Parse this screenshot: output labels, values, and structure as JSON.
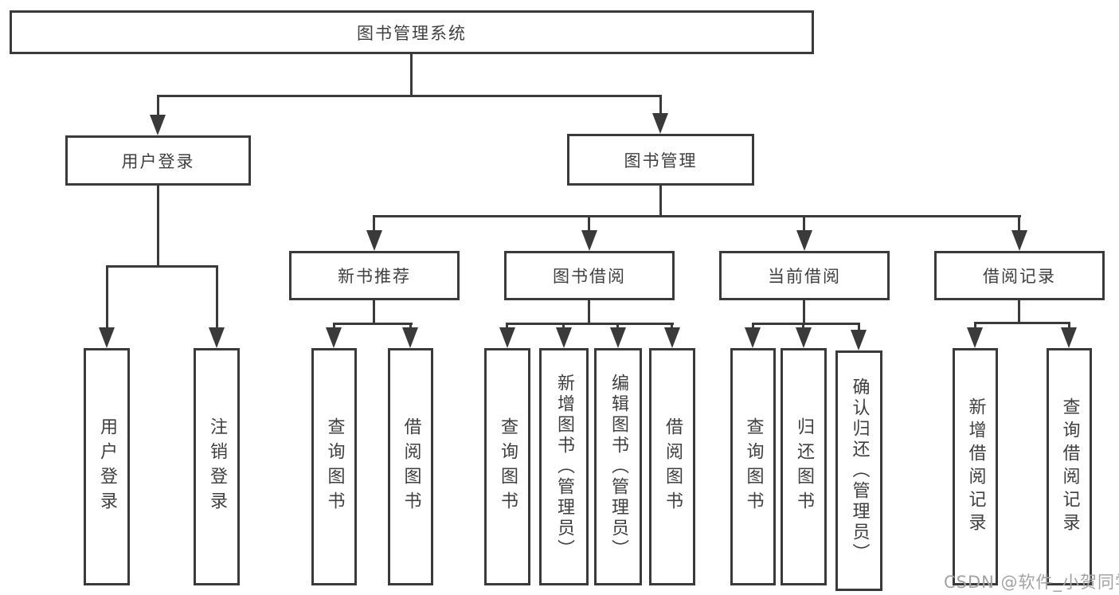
{
  "colors": {
    "line": "#3a3a3a",
    "box_border": "#3a3a3a",
    "box_fill": "#ffffff",
    "text": "#3f3f3f",
    "watermark": "#a3a3a3"
  },
  "diagram": {
    "root": "图书管理系统",
    "level2": {
      "user_login": "用户登录",
      "book_mgmt": "图书管理"
    },
    "level3": {
      "new_book": "新书推荐",
      "book_borrow": "图书借阅",
      "current_borrow": "当前借阅",
      "borrow_record": "借阅记录"
    },
    "leaves": {
      "user_login": [
        "用户登录",
        "注销登录"
      ],
      "new_book": [
        "查询图书",
        "借阅图书"
      ],
      "book_borrow": [
        "查询图书",
        "新增图书（管理员）",
        "编辑图书（管理员）",
        "借阅图书"
      ],
      "current_borrow": [
        "查询图书",
        "归还图书",
        "确认归还（管理员）"
      ],
      "borrow_record": [
        "新增借阅记录",
        "查询借阅记录"
      ]
    }
  },
  "watermark": "CSDN @软件_小贺同学"
}
